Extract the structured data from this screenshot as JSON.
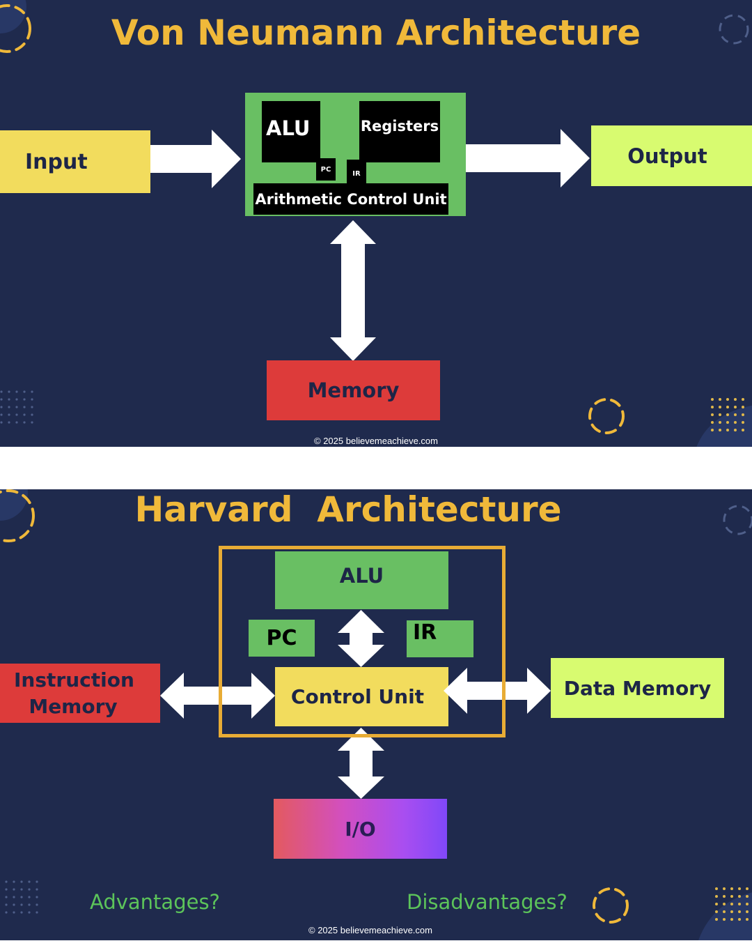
{
  "colors": {
    "background": "#1f2a4d",
    "title": "#f0b93a",
    "green": "#69bf63",
    "yellow": "#f2dc5d",
    "lime": "#d8fb70",
    "red": "#dd3b3a",
    "io_gradient_start": "#e35a5f",
    "io_gradient_end": "#8048f8",
    "question_text": "#5cc45a",
    "arrow": "#ffffff",
    "frame": "#e8ac35"
  },
  "von_neumann": {
    "title": "Von Neumann Architecture",
    "input_label": "Input",
    "output_label": "Output",
    "memory_label": "Memory",
    "cpu": {
      "alu_label": "ALU",
      "registers_label": "Registers",
      "pc_label": "PC",
      "ir_label": "IR",
      "control_unit_label": "Arithmetic Control Unit"
    },
    "copyright": "© 2025 believemeachieve.com"
  },
  "harvard": {
    "title": "Harvard  Architecture",
    "alu_label": "ALU",
    "pc_label": "PC",
    "ir_label": "IR",
    "control_unit_label": "Control Unit",
    "instruction_memory_label": "Instruction Memory",
    "data_memory_label": "Data Memory",
    "io_label": "I/O",
    "advantages_label": "Advantages?",
    "disadvantages_label": "Disadvantages?",
    "copyright": "© 2025 believemeachieve.com"
  },
  "icons": {
    "decorative_dashed_circle": "dashed-circle-icon",
    "decorative_dot_grid": "dot-grid-icon",
    "arrow": "arrow-icon"
  }
}
